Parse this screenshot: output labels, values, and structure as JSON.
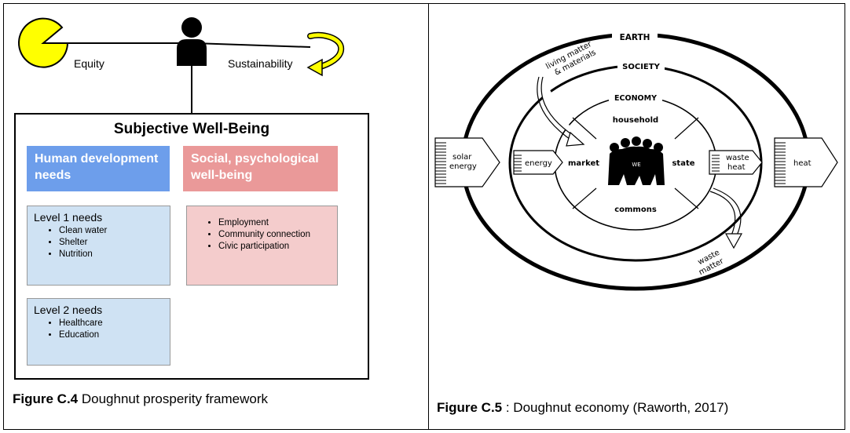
{
  "fig4": {
    "equity_label": "Equity",
    "sustainability_label": "Sustainability",
    "wellbeing_title": "Subjective Well-Being",
    "human_needs_header": "Human development needs",
    "social_header": "Social, psychological well-being",
    "level1": {
      "title": "Level 1 needs",
      "items": [
        "Clean water",
        "Shelter",
        "Nutrition"
      ]
    },
    "level2": {
      "title": "Level 2 needs",
      "items": [
        "Healthcare",
        "Education"
      ]
    },
    "social_items": [
      "Employment",
      "Community connection",
      "Civic participation"
    ],
    "caption_bold": "Figure C.4",
    "caption_text": " Doughnut prosperity framework",
    "colors": {
      "pacman": "#ffff00",
      "blue_header": "#6d9eeb",
      "red_header": "#ea9999",
      "blue_panel": "#cfe2f3",
      "red_panel": "#f4cccc"
    }
  },
  "fig5": {
    "earth": "EARTH",
    "society": "SOCIETY",
    "economy": "ECONOMY",
    "living_matter_1": "living matter",
    "living_matter_2": "& materials",
    "household": "household",
    "market": "market",
    "state": "state",
    "commons": "commons",
    "we": "WE",
    "solar_1": "solar",
    "solar_2": "energy",
    "energy": "energy",
    "waste_heat_1": "waste",
    "waste_heat_2": "heat",
    "heat": "heat",
    "waste_matter_1": "waste",
    "waste_matter_2": "matter",
    "caption_bold": "Figure C.5",
    "caption_text": " : Doughnut economy (Raworth, 2017)"
  }
}
